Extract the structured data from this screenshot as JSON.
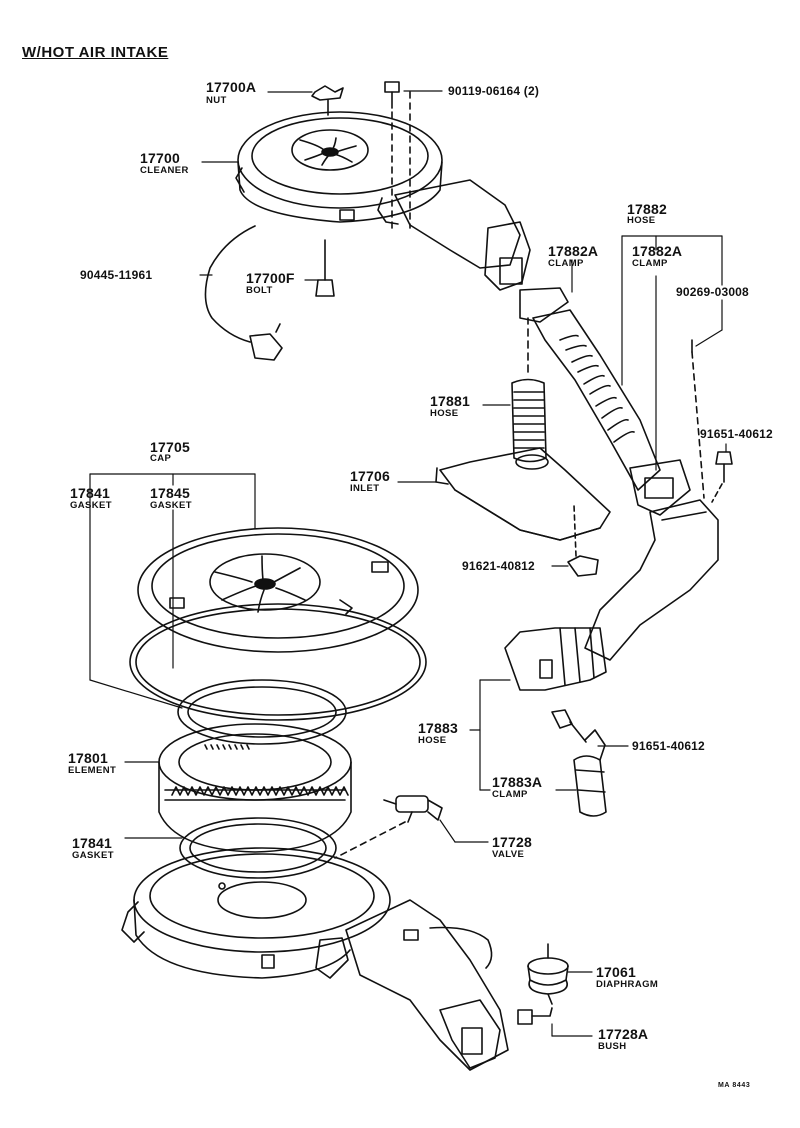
{
  "title": "W/HOT AIR INTAKE",
  "drawing_code": "MA 8443",
  "parts": {
    "p17700A": {
      "number": "17700A",
      "name": "NUT"
    },
    "p90119": {
      "number": "90119-06164 (2)"
    },
    "p17700": {
      "number": "17700",
      "name": "CLEANER"
    },
    "p17882": {
      "number": "17882",
      "name": "HOSE"
    },
    "p17882A_1": {
      "number": "17882A",
      "name": "CLAMP"
    },
    "p17882A_2": {
      "number": "17882A",
      "name": "CLAMP"
    },
    "p90445": {
      "number": "90445-11961"
    },
    "p17700F": {
      "number": "17700F",
      "name": "BOLT"
    },
    "p90269": {
      "number": "90269-03008"
    },
    "p17881": {
      "number": "17881",
      "name": "HOSE"
    },
    "p91651_1": {
      "number": "91651-40612"
    },
    "p17705": {
      "number": "17705",
      "name": "CAP"
    },
    "p17706": {
      "number": "17706",
      "name": "INLET"
    },
    "p17841_1": {
      "number": "17841",
      "name": "GASKET"
    },
    "p17845": {
      "number": "17845",
      "name": "GASKET"
    },
    "p91621": {
      "number": "91621-40812"
    },
    "p17883": {
      "number": "17883",
      "name": "HOSE"
    },
    "p91651_2": {
      "number": "91651-40612"
    },
    "p17801": {
      "number": "17801",
      "name": "ELEMENT"
    },
    "p17883A": {
      "number": "17883A",
      "name": "CLAMP"
    },
    "p17841_2": {
      "number": "17841",
      "name": "GASKET"
    },
    "p17728": {
      "number": "17728",
      "name": "VALVE"
    },
    "p17061": {
      "number": "17061",
      "name": "DIAPHRAGM"
    },
    "p17728A": {
      "number": "17728A",
      "name": "BUSH"
    }
  }
}
